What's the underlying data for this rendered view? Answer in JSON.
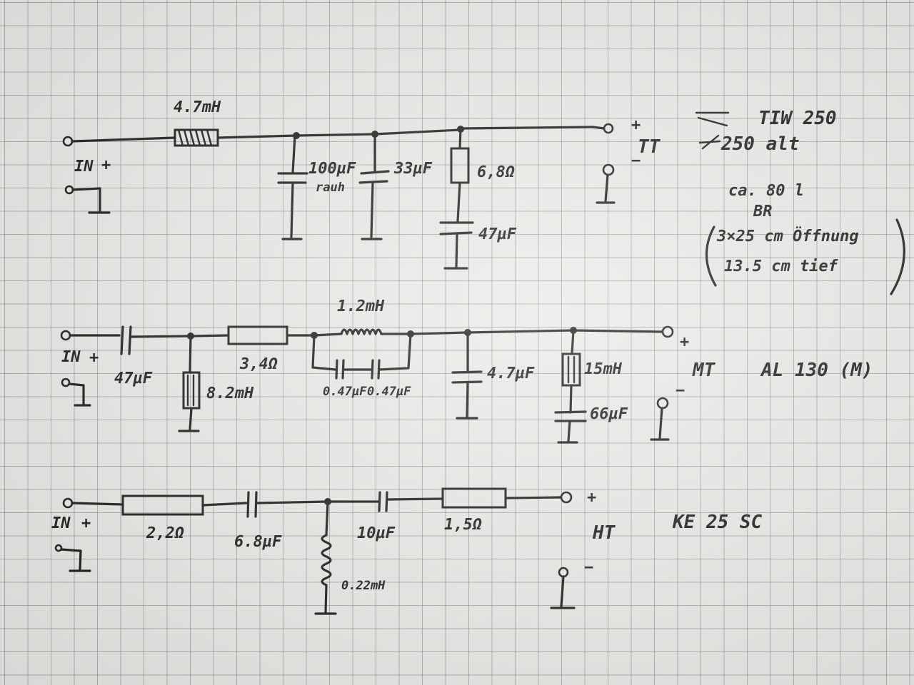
{
  "sections": {
    "tt": {
      "in_label": "IN",
      "plus": "+",
      "minus": "−",
      "driver_tag": "TT",
      "l1": "4.7mH",
      "c1": "100µF",
      "c1_note": "rauh",
      "c2": "33µF",
      "r1": "6,8Ω",
      "c3": "47µF"
    },
    "mt": {
      "in_label": "IN",
      "plus": "+",
      "minus": "−",
      "driver_tag": "MT",
      "c1": "47µF",
      "l1": "8.2mH",
      "r1": "3,4Ω",
      "l2": "1.2mH",
      "c2": "0.47µF",
      "c3": "0.47µF",
      "c4": "4.7µF",
      "l3": "15mH",
      "c5": "66µF"
    },
    "ht": {
      "in_label": "IN",
      "plus": "+",
      "minus": "−",
      "driver_tag": "HT",
      "r1": "2,2Ω",
      "c1": "6.8µF",
      "l1": "0.22mH",
      "c2": "10µF",
      "r2": "1,5Ω"
    }
  },
  "notes": {
    "tt_model": "TIW 250",
    "tt_model_old": "250 alt",
    "volume": "ca. 80 l",
    "enclosure": "BR",
    "port_size": "3×25 cm Öffnung",
    "port_depth": "13.5 cm tief",
    "mt_model": "AL 130 (M)",
    "ht_model": "KE 25 SC"
  }
}
